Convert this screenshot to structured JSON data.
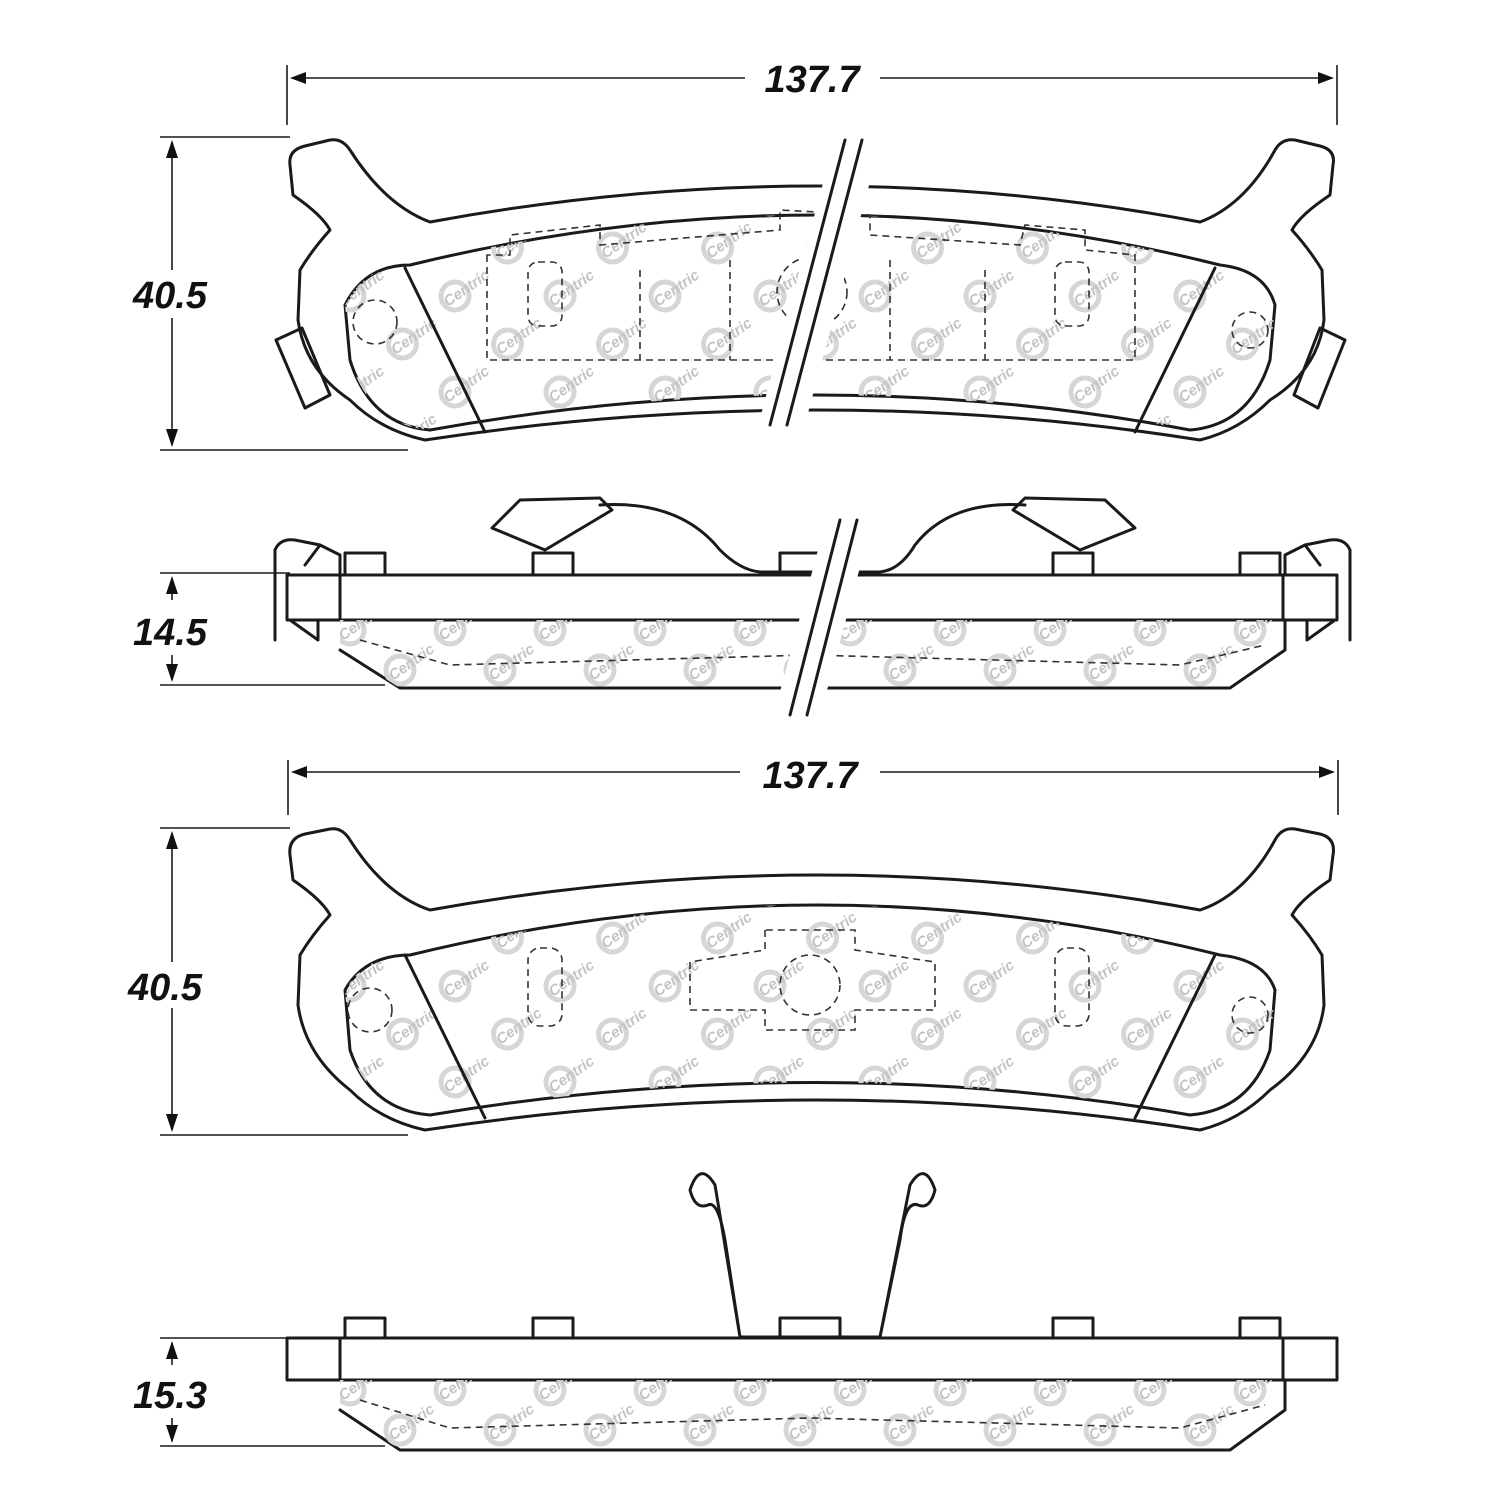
{
  "views": {
    "top_pad": {
      "width_label": "137.7",
      "height_label": "40.5"
    },
    "top_side": {
      "thickness_label": "14.5"
    },
    "bottom_pad": {
      "width_label": "137.7",
      "height_label": "40.5"
    },
    "bottom_side": {
      "thickness_label": "15.3"
    }
  },
  "watermark": {
    "text": "Centric"
  },
  "colors": {
    "line": "#1a1a1a",
    "watermark": "#c4c4c4",
    "background": "#ffffff"
  }
}
